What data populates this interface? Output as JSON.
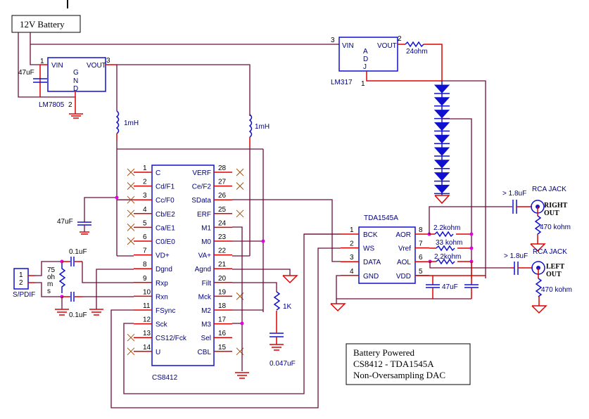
{
  "title_box": {
    "label": "12V Battery"
  },
  "note": {
    "lines": [
      "Battery Powered",
      "CS8412 - TDA1545A",
      "Non-Oversampling DAC"
    ]
  },
  "lm7805": {
    "name": "LM7805",
    "vin": "VIN",
    "vout": "VOUT",
    "gnd": [
      "G",
      "N",
      "D"
    ],
    "pins": {
      "in": "1",
      "gnd": "2",
      "out": "3"
    },
    "cap": "47uF"
  },
  "lm317": {
    "name": "LM317",
    "vin": "VIN",
    "vout": "VOUT",
    "adj": [
      "A",
      "D",
      "J"
    ],
    "pins": {
      "in": "3",
      "out": "2",
      "adj": "1"
    },
    "resistor": "24ohm"
  },
  "inductors": [
    "1mH",
    "1mH"
  ],
  "cs8412": {
    "name": "CS8412",
    "left_pins": [
      {
        "num": "1",
        "label": "C"
      },
      {
        "num": "2",
        "label": "Cd/F1"
      },
      {
        "num": "3",
        "label": "Cc/F0"
      },
      {
        "num": "4",
        "label": "Cb/E2"
      },
      {
        "num": "5",
        "label": "Ca/E1"
      },
      {
        "num": "6",
        "label": "C0/E0"
      },
      {
        "num": "7",
        "label": "VD+"
      },
      {
        "num": "8",
        "label": "Dgnd"
      },
      {
        "num": "9",
        "label": "Rxp"
      },
      {
        "num": "10",
        "label": "Rxn"
      },
      {
        "num": "11",
        "label": "FSync"
      },
      {
        "num": "12",
        "label": "Sck"
      },
      {
        "num": "13",
        "label": "CS12/Fck"
      },
      {
        "num": "14",
        "label": "U"
      }
    ],
    "right_pins": [
      {
        "num": "28",
        "label": "VERF"
      },
      {
        "num": "27",
        "label": "Ce/F2"
      },
      {
        "num": "26",
        "label": "SData"
      },
      {
        "num": "25",
        "label": "ERF"
      },
      {
        "num": "24",
        "label": "M1"
      },
      {
        "num": "23",
        "label": "M0"
      },
      {
        "num": "22",
        "label": "VA+"
      },
      {
        "num": "21",
        "label": "Agnd"
      },
      {
        "num": "20",
        "label": "Filt"
      },
      {
        "num": "19",
        "label": "Mck"
      },
      {
        "num": "18",
        "label": "M2"
      },
      {
        "num": "17",
        "label": "M3"
      },
      {
        "num": "16",
        "label": "Sel"
      },
      {
        "num": "15",
        "label": "CBL"
      }
    ],
    "cap_47": "47uF"
  },
  "spdif": {
    "label": "S/PDIF",
    "pins": [
      "1",
      "2"
    ],
    "term_resistor": [
      "75",
      "oh",
      "m",
      "s"
    ],
    "caps": [
      "0.1uF",
      "0.1uF"
    ]
  },
  "filter": {
    "resistor": "1K",
    "cap": "0.047uF"
  },
  "tda1545a": {
    "name": "TDA1545A",
    "left_pins": [
      {
        "num": "1",
        "label": "BCK"
      },
      {
        "num": "2",
        "label": "WS"
      },
      {
        "num": "3",
        "label": "DATA"
      },
      {
        "num": "4",
        "label": "GND"
      }
    ],
    "right_pins": [
      {
        "num": "8",
        "label": "AOR"
      },
      {
        "num": "7",
        "label": "Vref"
      },
      {
        "num": "6",
        "label": "AOL"
      },
      {
        "num": "5",
        "label": "VDD"
      }
    ],
    "resistors": [
      "2.2kohm",
      "33 kohm",
      "2.2kohm"
    ],
    "cap": "47uF"
  },
  "outputs": {
    "right": {
      "jack": "RCA JACK",
      "cap": "> 1.8uF",
      "label": [
        "RIGHT",
        "OUT"
      ],
      "resistor": "470 kohm"
    },
    "left": {
      "jack": "RCA JACK",
      "cap": "> 1.8uF",
      "label": [
        "LEFT",
        "OUT"
      ],
      "resistor": "470 kohm"
    }
  },
  "diode_string": {
    "count": 9
  }
}
